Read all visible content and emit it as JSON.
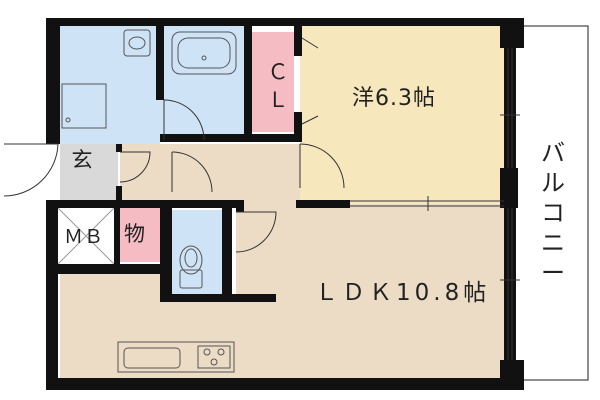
{
  "rooms": {
    "western_room": "洋6.3帖",
    "ldk": "ＬＤＫ10.8帖",
    "closet": "ＣＬ",
    "entrance": "玄",
    "meter_box": "ＭＢ",
    "storage": "物",
    "balcony": "バルコニー"
  },
  "colors": {
    "wall": "#111111",
    "western_room_floor": "#f6e7bd",
    "ldk_floor": "#ecdcc5",
    "corridor_floor": "#ecdcc5",
    "wet_area_floor": "#cfe3f7",
    "closet_floor": "#f6bcc3",
    "storage_floor": "#f6bcc3",
    "entrance_floor": "#d9d9d9",
    "balcony_floor": "#ffffff"
  },
  "icons": [
    "washbasin-icon",
    "bathtub-icon",
    "washing-machine-pan-icon",
    "toilet-icon",
    "kitchen-sink-icon",
    "stove-icon"
  ]
}
